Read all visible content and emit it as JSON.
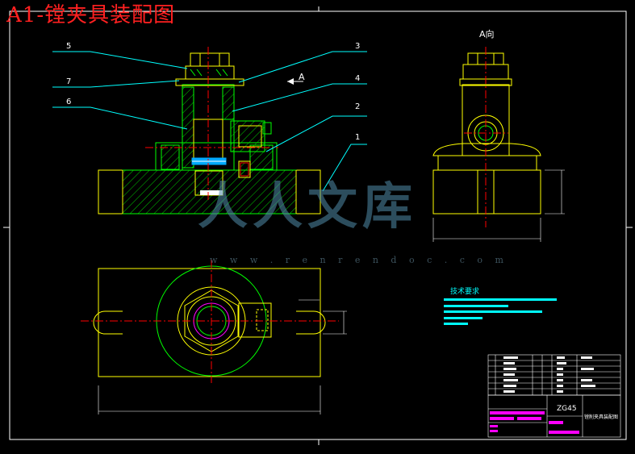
{
  "title": "A1-镗夹具装配图",
  "view_label": "A向",
  "section_arrow_label": "A",
  "callouts": [
    "5",
    "7",
    "6",
    "3",
    "4",
    "2",
    "1"
  ],
  "tech_req_title": "技术要求",
  "watermark": {
    "text": "人人文库",
    "url": "w w w . r e n r e n d o c . c o m"
  },
  "title_block": {
    "material": "ZG45",
    "drawing_name": "镗削夹具装配图"
  },
  "colors": {
    "background": "#000000",
    "outline": "#ffff00",
    "hatch": "#00ff00",
    "center": "#ff0000",
    "leader": "#00ffff",
    "frame": "#ffffff",
    "title": "#ff2020",
    "magenta": "#ff00ff"
  }
}
